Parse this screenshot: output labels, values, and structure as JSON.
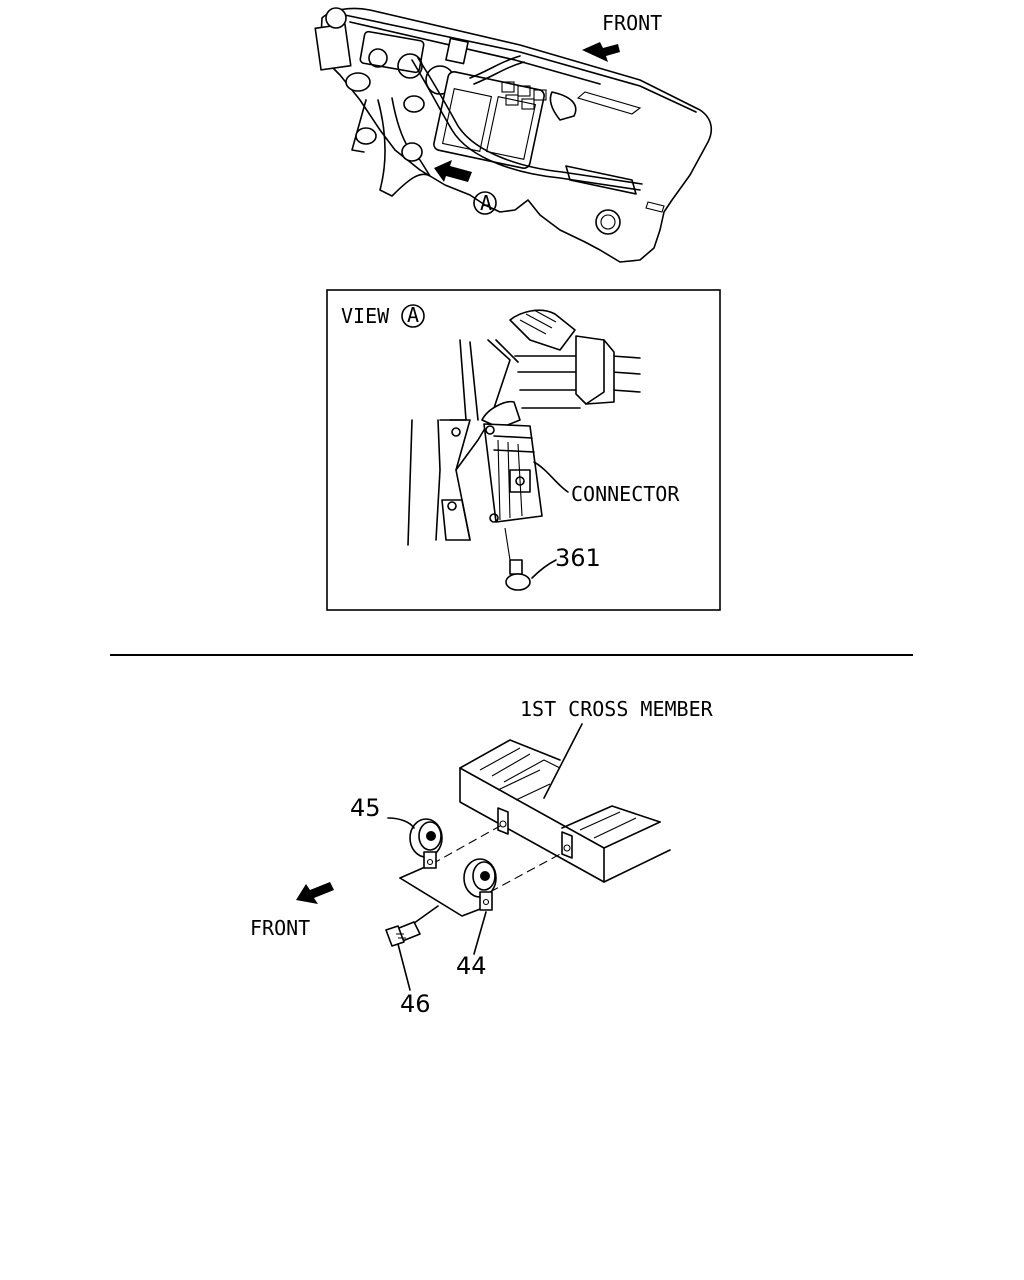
{
  "top_view": {
    "front_label": "FRONT",
    "view_marker": "A"
  },
  "inset": {
    "title_prefix": "VIEW",
    "title_marker": "A",
    "connector_label": "CONNECTOR",
    "part_361": "361"
  },
  "bottom_view": {
    "cross_member_label": "1ST CROSS MEMBER",
    "front_label": "FRONT",
    "part_45": "45",
    "part_44": "44",
    "part_46": "46"
  }
}
